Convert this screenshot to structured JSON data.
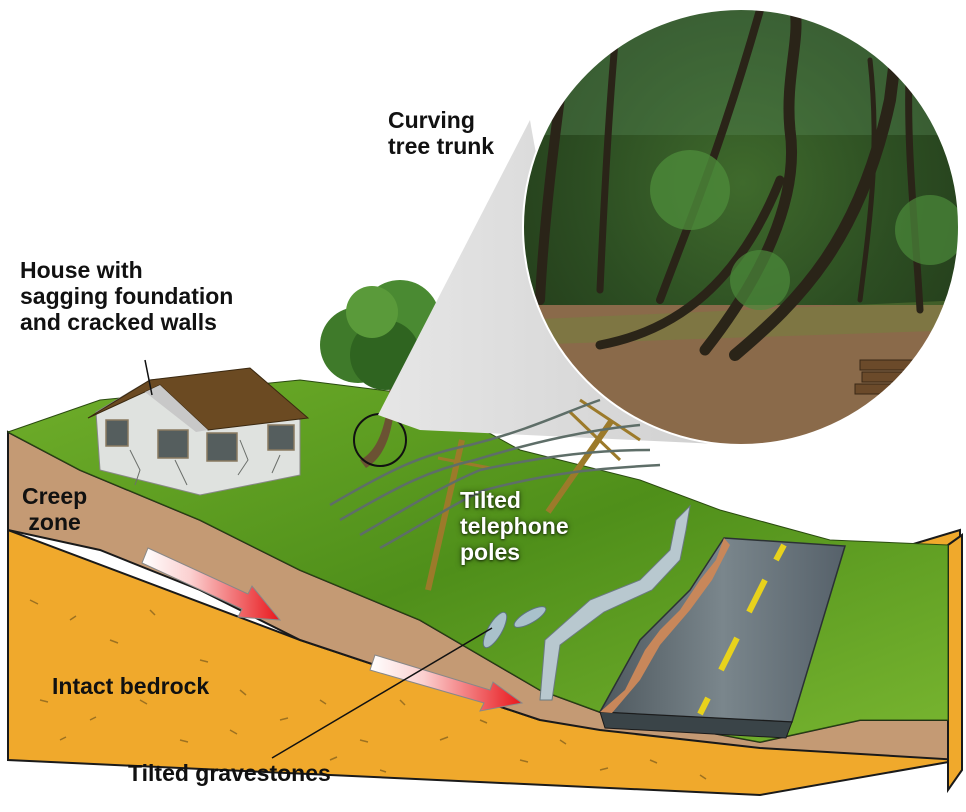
{
  "title": "Soil creep evidence diagram",
  "labels": {
    "house": "House with\nsagging foundation\nand cracked walls",
    "tree": "Curving\ntree trunk",
    "creep_zone": "Creep\nzone",
    "bedrock": "Intact bedrock",
    "poles": "Tilted\ntelephone\npoles",
    "gravestones": "Tilted gravestones"
  },
  "layers": [
    {
      "name": "grass surface",
      "color": "#5f9e22"
    },
    {
      "name": "creep zone",
      "color": "#c49a74"
    },
    {
      "name": "intact bedrock",
      "color": "#f0a92c"
    },
    {
      "name": "road",
      "color": "#5b666c"
    }
  ],
  "colors": {
    "roof": "#6b4a22",
    "house_wall": "#dfe2df",
    "road_stripe": "#e8d21c",
    "arrow_start": "#ffffff",
    "arrow_end": "#e8161b",
    "pole": "#9c7a2a",
    "inset_bg": "#d9d9d9"
  },
  "inset": {
    "subject": "photo of forest with curving tree trunks"
  }
}
